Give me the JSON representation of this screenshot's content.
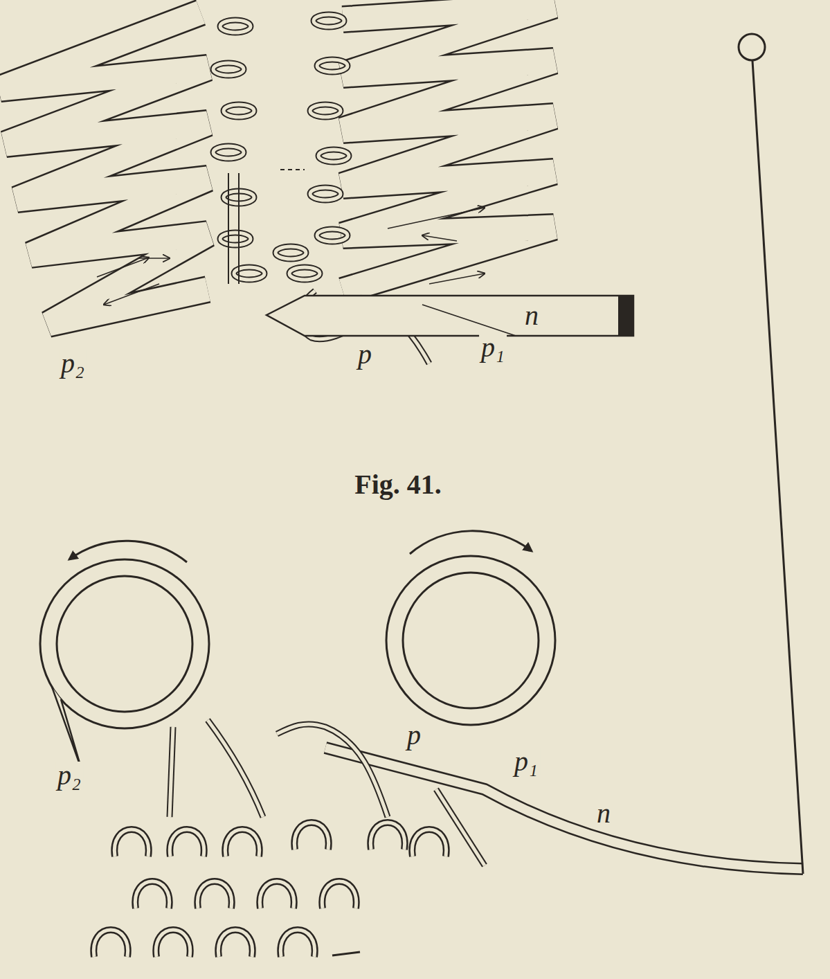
{
  "diagram": {
    "caption": "Fig. 41.",
    "labels": [
      "p₂",
      "p",
      "p₁",
      "n",
      "p₂",
      "p",
      "p₁",
      "n"
    ]
  }
}
